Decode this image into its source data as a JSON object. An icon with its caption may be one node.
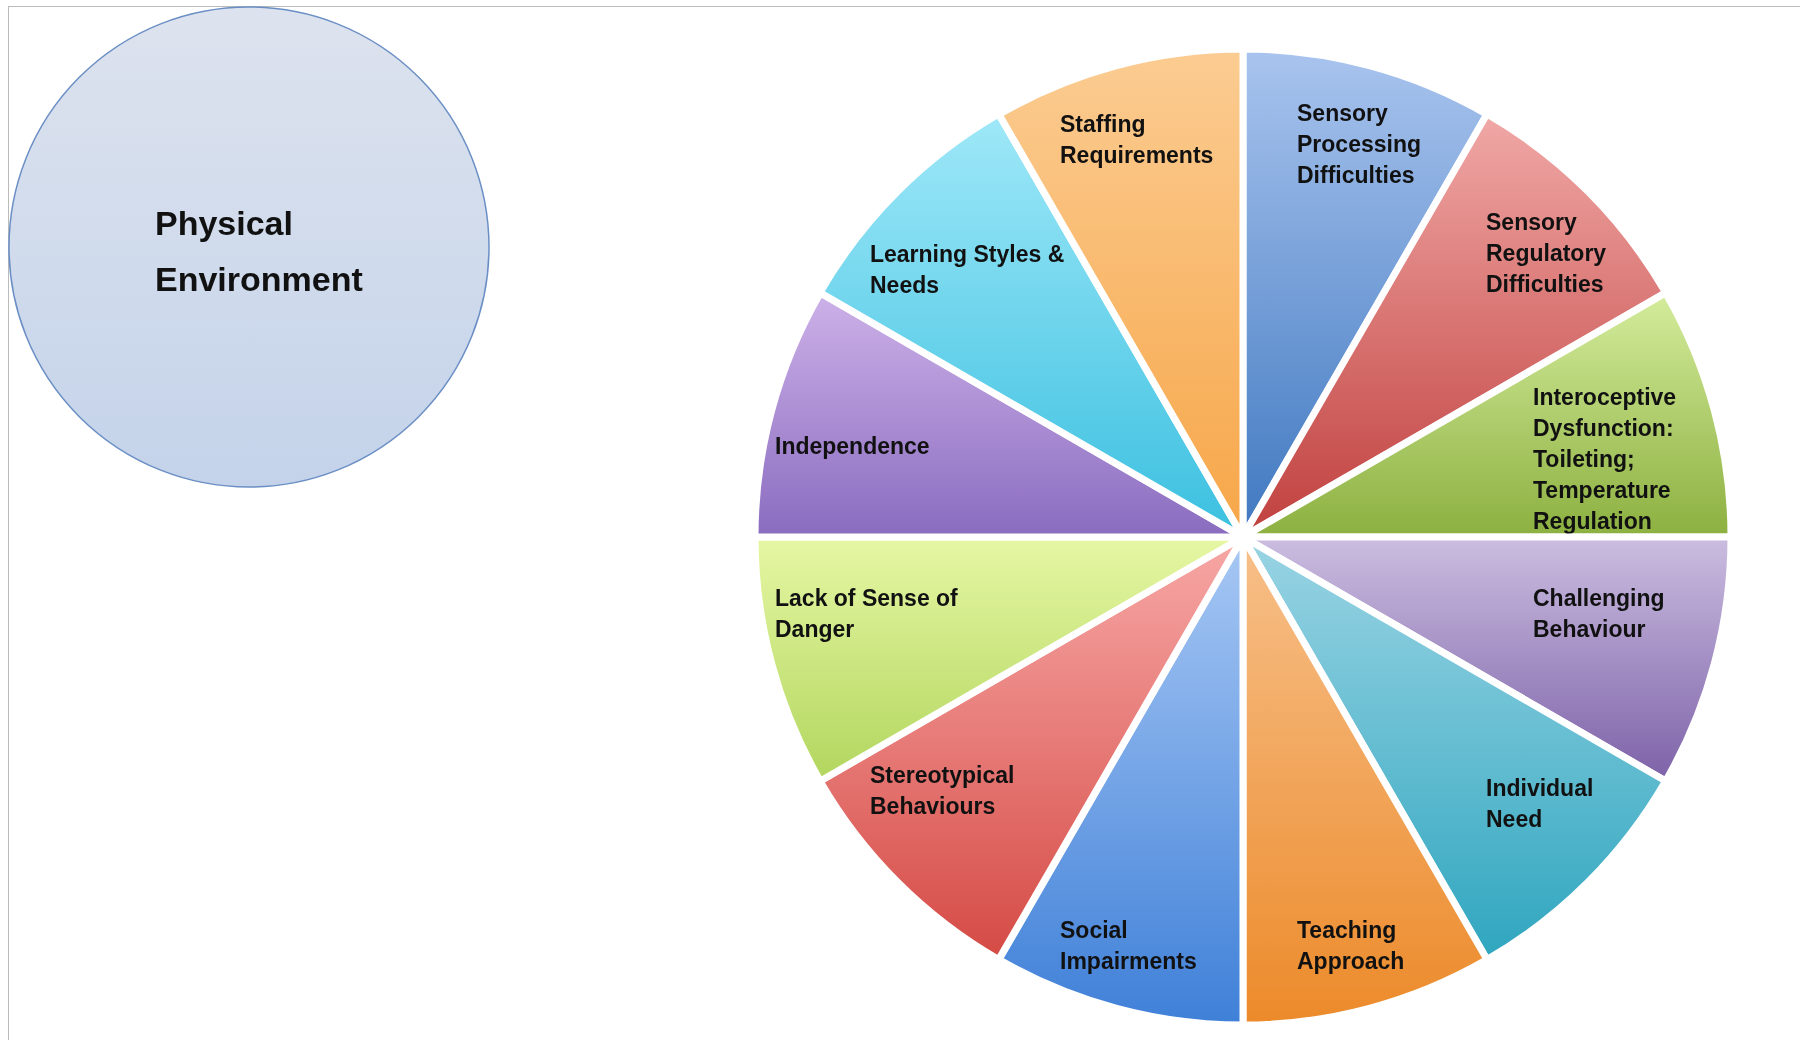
{
  "diagram": {
    "nodes": [
      {
        "text": [
          "Physical Environment"
        ]
      },
      {
        "text": [
          "Sensory Processing Difficulties"
        ]
      },
      {
        "text": [
          "Sensory Regulatory Difficulties"
        ]
      },
      {
        "text": [
          "Interoceptive Dysfunction: Toileting; Temperature Regulation"
        ]
      },
      {
        "text": [
          "Challenging Behaviour"
        ]
      },
      {
        "text": [
          "Individual Need"
        ]
      },
      {
        "text": [
          "Teaching Approach"
        ]
      },
      {
        "text": [
          "Social Impairments"
        ]
      },
      {
        "text": [
          "Stereotypical Behaviours"
        ]
      },
      {
        "text": [
          "Lack of Sense of Danger"
        ]
      },
      {
        "text": [
          "Independence"
        ]
      },
      {
        "text": [
          "Learning Styles & Needs"
        ]
      },
      {
        "text": [
          "Staffing Requirements"
        ]
      }
    ]
  }
}
